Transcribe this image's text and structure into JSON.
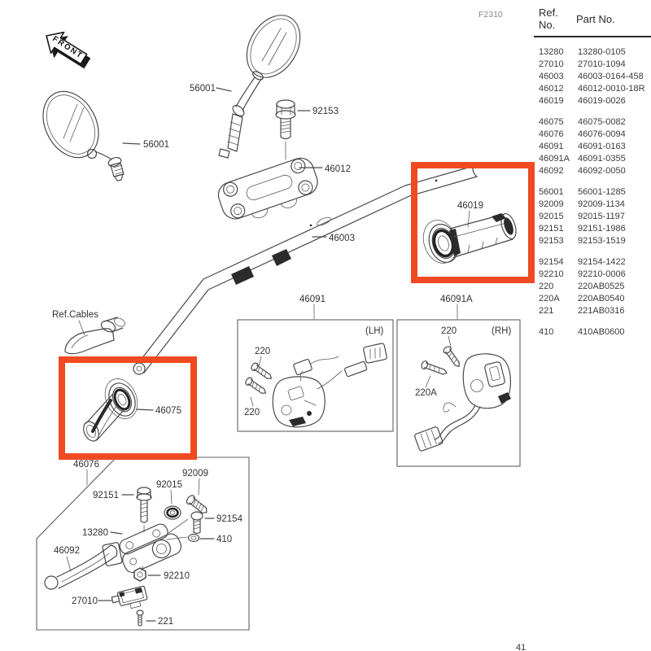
{
  "figure_code": "F2310",
  "page_number": "41",
  "colors": {
    "highlight": "#f04a23"
  },
  "callouts": {
    "front": "FRONT",
    "mirror": "56001",
    "bolt_92153": "92153",
    "clamp_46012": "46012",
    "handlebar_46003": "46003",
    "throttle_grip_46019": "46019",
    "ref_cables": "Ref.Cables",
    "left_grip_46075": "46075",
    "lever_assy_46076": "46076",
    "switch_lh_46091": "46091",
    "lh_tag": "(LH)",
    "switch_rh_46091a": "46091A",
    "rh_tag": "(RH)",
    "screw_220": "220",
    "screw_220a": "220A",
    "bolt_92151": "92151",
    "washer_92015": "92015",
    "screw_92009": "92009",
    "holder_13280": "13280",
    "screw_92154": "92154",
    "washer_410": "410",
    "nut_92210": "92210",
    "lever_46092": "46092",
    "switch_27010": "27010",
    "screw_221": "221"
  },
  "parts_table": {
    "headers": {
      "ref": "Ref. No.",
      "part": "Part No."
    },
    "rows": [
      {
        "ref": "13280",
        "part": "13280-0105"
      },
      {
        "ref": "27010",
        "part": "27010-1094"
      },
      {
        "ref": "46003",
        "part": "46003-0164-458"
      },
      {
        "ref": "46012",
        "part": "46012-0010-18R"
      },
      {
        "ref": "46019",
        "part": "46019-0026"
      },
      {
        "ref": "46075",
        "part": "46075-0082"
      },
      {
        "ref": "46076",
        "part": "46076-0094"
      },
      {
        "ref": "46091",
        "part": "46091-0163"
      },
      {
        "ref": "46091A",
        "part": "46091-0355"
      },
      {
        "ref": "46092",
        "part": "46092-0050"
      },
      {
        "ref": "56001",
        "part": "56001-1285"
      },
      {
        "ref": "92009",
        "part": "92009-1134"
      },
      {
        "ref": "92015",
        "part": "92015-1197"
      },
      {
        "ref": "92151",
        "part": "92151-1986"
      },
      {
        "ref": "92153",
        "part": "92153-1519"
      },
      {
        "ref": "92154",
        "part": "92154-1422"
      },
      {
        "ref": "92210",
        "part": "92210-0006"
      },
      {
        "ref": "220",
        "part": "220AB0525"
      },
      {
        "ref": "220A",
        "part": "220AB0540"
      },
      {
        "ref": "221",
        "part": "221AB0316"
      },
      {
        "ref": "410",
        "part": "410AB0600"
      }
    ]
  }
}
